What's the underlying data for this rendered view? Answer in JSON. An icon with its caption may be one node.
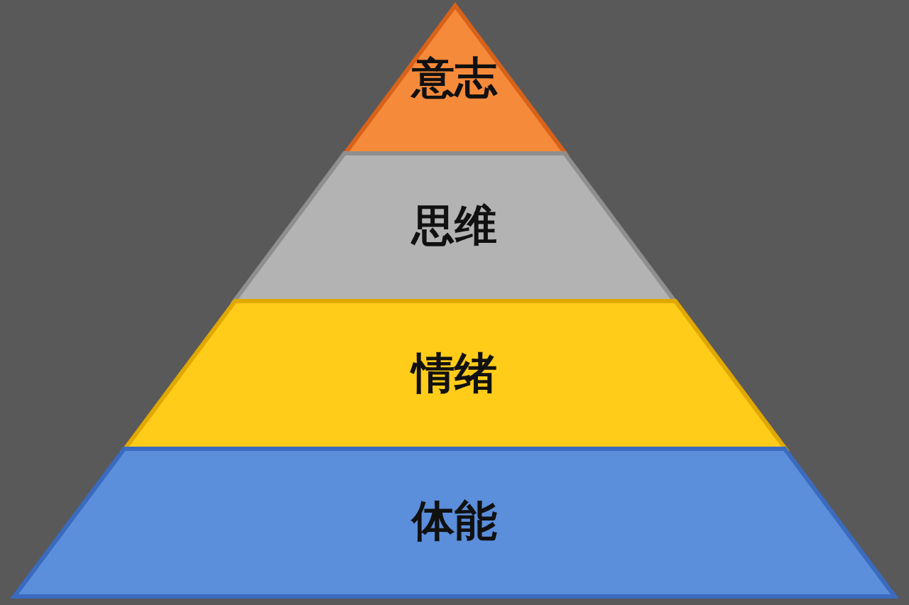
{
  "diagram": {
    "nodes": [
      {
        "text": [
          "意志"
        ]
      },
      {
        "text": [
          "思维"
        ]
      },
      {
        "text": [
          "情绪"
        ]
      },
      {
        "text": [
          "体能"
        ]
      }
    ]
  }
}
